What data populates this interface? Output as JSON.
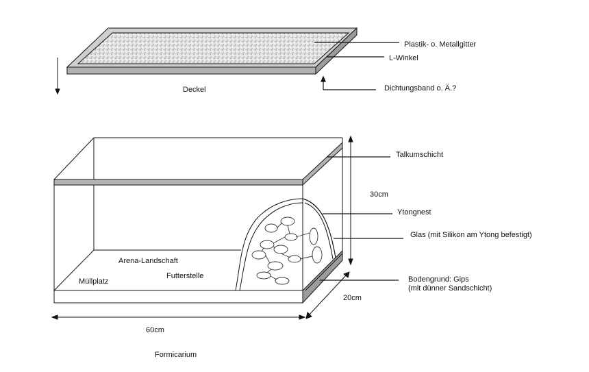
{
  "diagram": {
    "caption": "Formicarium",
    "lid_caption": "Deckel",
    "annotations": {
      "grid": "Plastik- o. Metallgitter",
      "angle": "L-Winkel",
      "seal": "Dichtungsband o. Ä.?",
      "talcum": "Talkumschicht",
      "nest": "Ytongnest",
      "glass": "Glas (mit Silikon am Ytong befestigt)",
      "substrate_line1": "Bodengrund: Gips",
      "substrate_line2": "(mit dünner Sandschicht)"
    },
    "zones": {
      "arena": "Arena-Landschaft",
      "feeding": "Futterstelle",
      "waste": "Müllplatz"
    },
    "dimensions": {
      "height": "30cm",
      "depth": "20cm",
      "width": "60cm"
    }
  },
  "colors": {
    "line": "#111111",
    "band": "#b3b3b3",
    "band_edge": "#555555",
    "mesh": "#cfcfcf"
  }
}
